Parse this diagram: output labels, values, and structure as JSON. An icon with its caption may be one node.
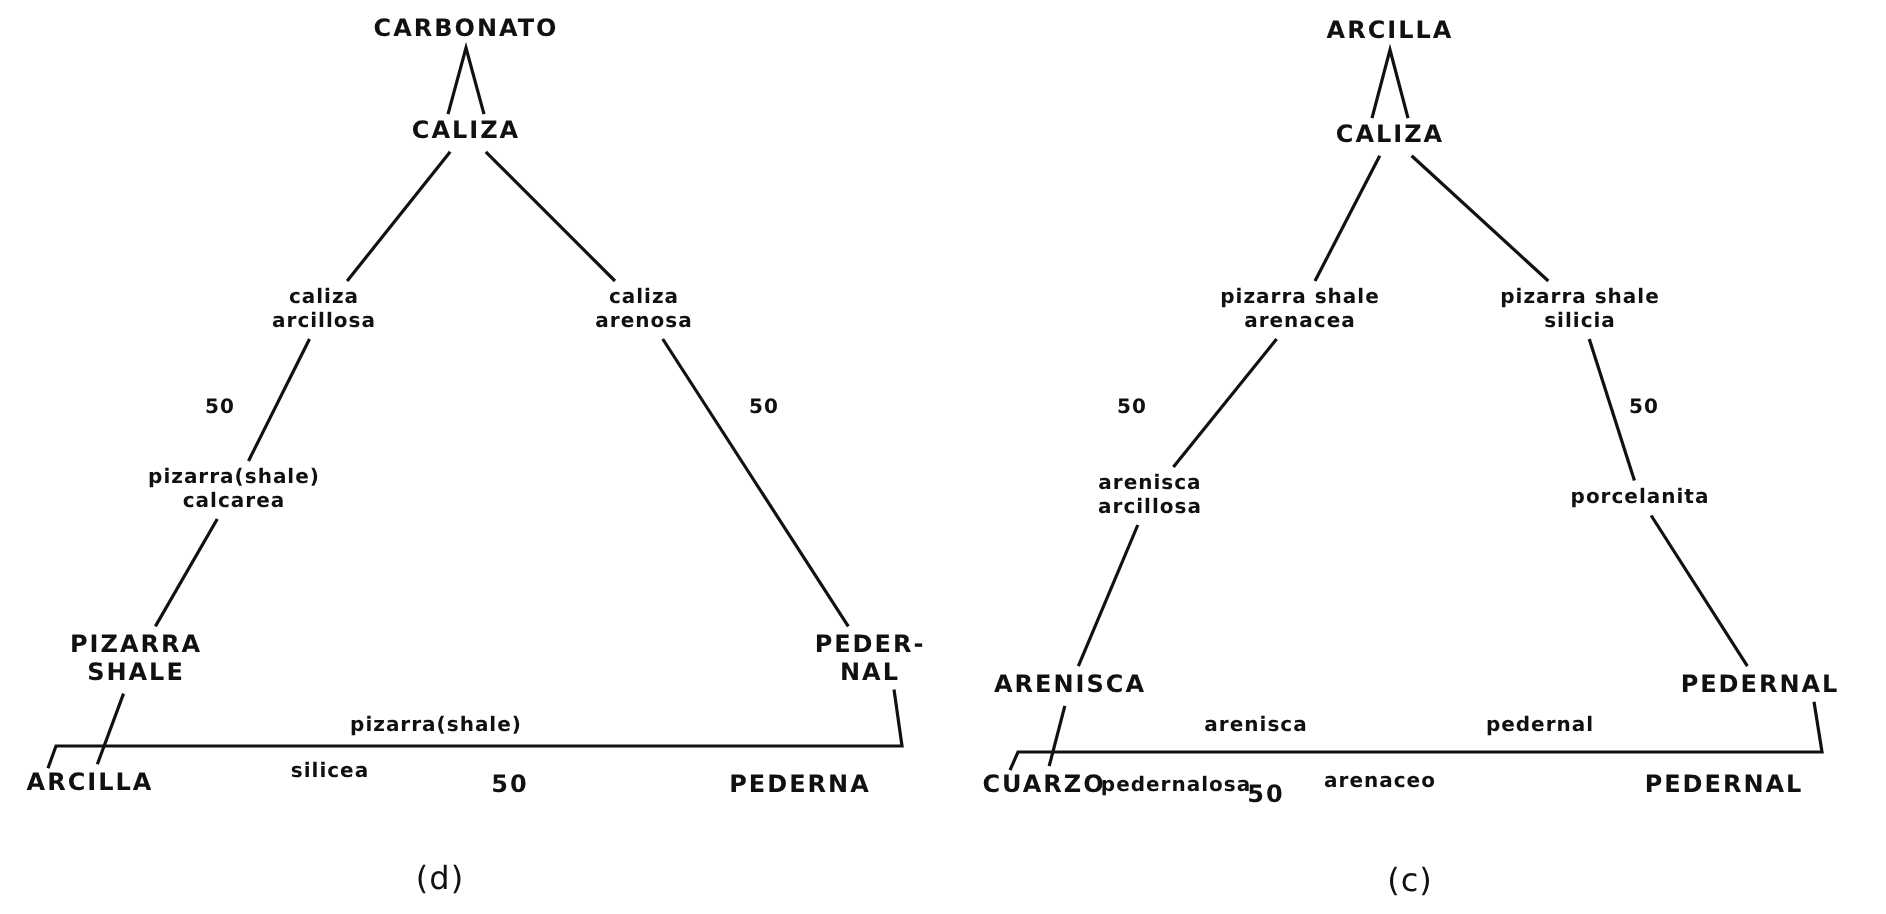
{
  "diagram": {
    "nodes": [
      {
        "text": [
          "CARBONATO"
        ]
      },
      {
        "text": [
          "CALIZA"
        ]
      },
      {
        "text": [
          "caliza arcillosa"
        ]
      },
      {
        "text": [
          "caliza arenosa"
        ]
      },
      {
        "text": [
          "pizarra(shale) calcarea"
        ]
      },
      {
        "text": [
          "PIZARRA SHALE"
        ]
      },
      {
        "text": [
          "PEDER- NAL"
        ]
      },
      {
        "text": [
          "ARCILLA"
        ]
      },
      {
        "text": [
          "ARCILLA"
        ]
      },
      {
        "text": [
          "CALIZA"
        ]
      },
      {
        "text": [
          "pizarra shale arenacea"
        ]
      },
      {
        "text": [
          "pizarra shale silicia"
        ]
      },
      {
        "text": [
          "arenisca arcillosa"
        ]
      },
      {
        "text": [
          "porcelanita"
        ]
      },
      {
        "text": [
          "ARENISCA"
        ]
      },
      {
        "text": [
          "PEDERNAL"
        ]
      },
      {
        "text": [
          "CUARZO"
        ]
      }
    ],
    "edges": [
      {
        "from": 1,
        "to": 0,
        "arrow": "none"
      },
      {
        "from": 1,
        "to": 2,
        "arrow": "none"
      },
      {
        "from": 2,
        "to": 4,
        "arrow": "none"
      },
      {
        "from": 4,
        "to": 5,
        "arrow": "none"
      },
      {
        "from": 5,
        "to": 7,
        "arrow": "none"
      },
      {
        "from": 7,
        "to": 6,
        "arrow": "none"
      },
      {
        "from": 1,
        "to": 3,
        "arrow": "none"
      },
      {
        "from": 3,
        "to": 6,
        "arrow": "none"
      },
      {
        "from": 9,
        "to": 8,
        "arrow": "none"
      },
      {
        "from": 9,
        "to": 10,
        "arrow": "none"
      },
      {
        "from": 10,
        "to": 12,
        "arrow": "none"
      },
      {
        "from": 12,
        "to": 14,
        "arrow": "none"
      },
      {
        "from": 14,
        "to": 16,
        "arrow": "none"
      },
      {
        "from": 16,
        "to": 15,
        "arrow": "none"
      },
      {
        "from": 9,
        "to": 11,
        "arrow": "none"
      },
      {
        "from": 11,
        "to": 13,
        "arrow": "none"
      },
      {
        "from": 13,
        "to": 15,
        "arrow": "none"
      }
    ],
    "labels": [
      "50",
      "50",
      "pizarra(shale)",
      "silicea",
      "50",
      "PEDERNA",
      "(d)",
      "50",
      "50",
      "arenisca",
      "pedernal",
      "pedernalosa",
      "50",
      "arenaceo",
      "PEDERNAL",
      "(c)"
    ]
  }
}
